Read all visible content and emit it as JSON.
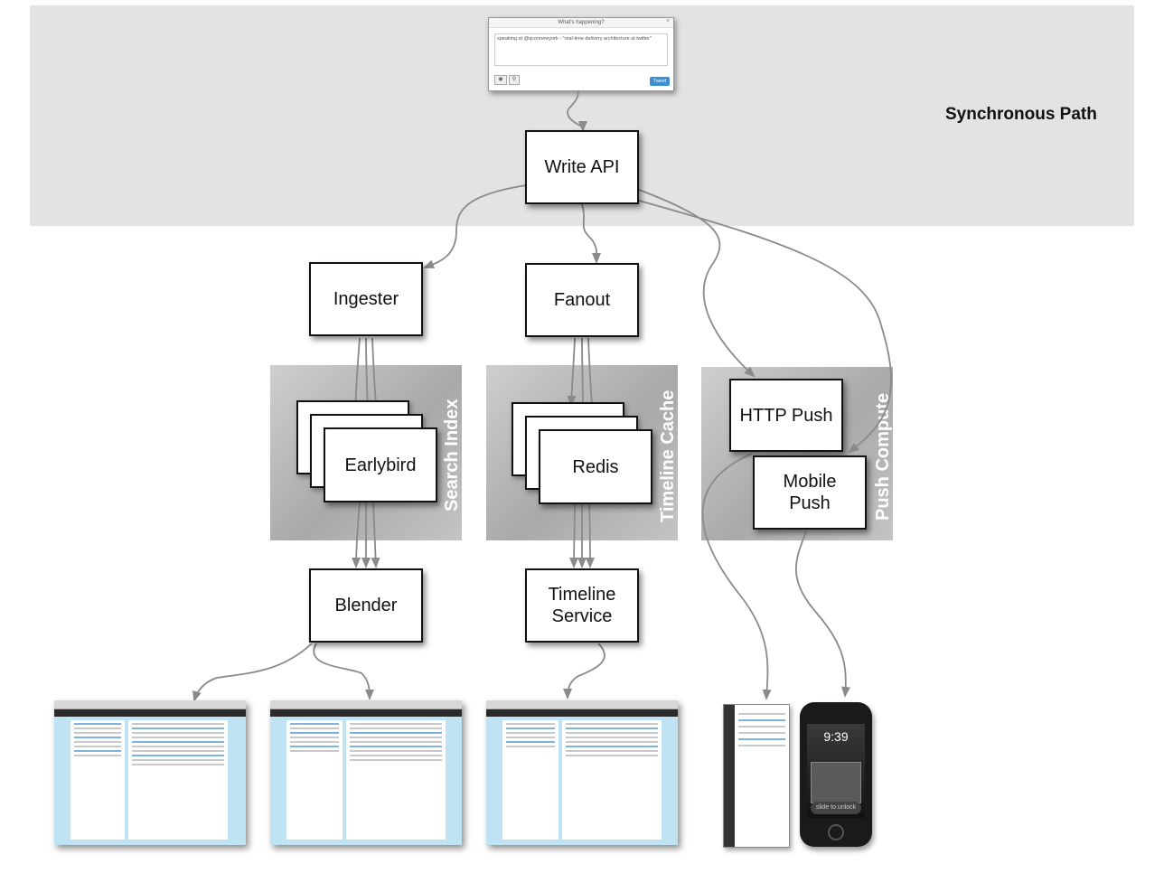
{
  "diagram": {
    "synchronous_label": "Synchronous Path",
    "nodes": {
      "write_api": "Write API",
      "ingester": "Ingester",
      "fanout": "Fanout",
      "earlybird": "Earlybird",
      "redis": "Redis",
      "http_push": "HTTP Push",
      "mobile_push_line1": "Mobile",
      "mobile_push_line2": "Push",
      "blender": "Blender",
      "timeline_service_line1": "Timeline",
      "timeline_service_line2": "Service"
    },
    "groups": {
      "search_index": "Search Index",
      "timeline_cache": "Timeline Cache",
      "push_compute": "Push Compute"
    }
  },
  "compose_dialog": {
    "title": "What's happening?",
    "close": "×",
    "text": "speaking at @qconnewyork - \"real-time delivery architecture at twitter\"",
    "tweet_button": "Tweet"
  },
  "phone": {
    "time": "9:39",
    "slide_text": "slide to unlock"
  },
  "colors": {
    "band": "#e3e3e3",
    "arrow": "#8a8a8a",
    "node_border": "#111111"
  }
}
